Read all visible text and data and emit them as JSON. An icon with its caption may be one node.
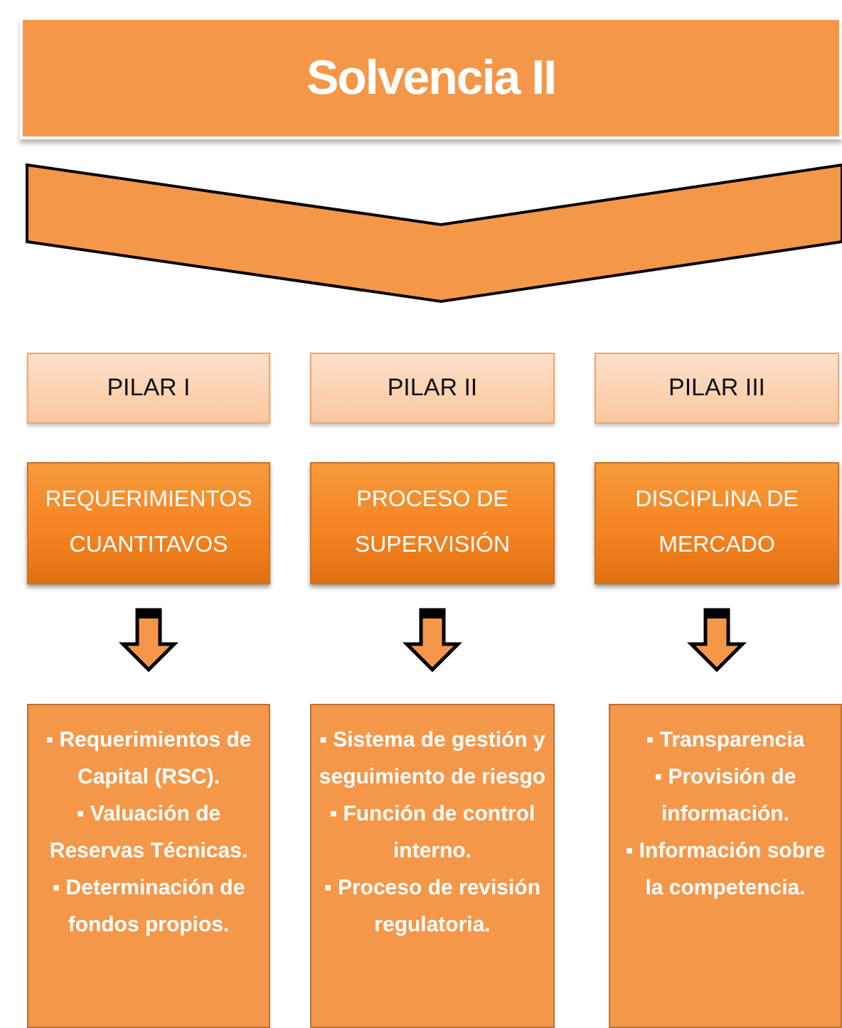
{
  "diagram": {
    "nodes": [
      {
        "text": [
          "Solvencia II"
        ]
      },
      {
        "text": [],
        "shape": "chevron"
      },
      {
        "text": [
          "PILAR I"
        ]
      },
      {
        "text": [
          "PILAR II"
        ]
      },
      {
        "text": [
          "PILAR III"
        ]
      },
      {
        "text": [
          "REQUERIMIENTOS CUANTITAVOS"
        ]
      },
      {
        "text": [
          "PROCESO DE SUPERVISIÓN"
        ]
      },
      {
        "text": [
          "DISCIPLINA DE MERCADO"
        ]
      },
      {
        "text": [
          "▪ Requerimientos de Capital (RSC).",
          "▪ Valuación de Reservas Técnicas.",
          "▪ Determinación de fondos propios."
        ]
      },
      {
        "text": [
          "▪ Sistema de gestión y seguimiento de riesgo",
          "▪ Función de control interno.",
          "▪ Proceso de revisión regulatoria."
        ]
      },
      {
        "text": [
          "▪ Transparencia",
          "▪ Provisión de información.",
          "▪ Información sobre la competencia."
        ]
      }
    ],
    "edges": [
      {
        "from": 5,
        "to": 8,
        "arrow": "to"
      },
      {
        "from": 6,
        "to": 9,
        "arrow": "to"
      },
      {
        "from": 7,
        "to": 10,
        "arrow": "to"
      }
    ]
  }
}
